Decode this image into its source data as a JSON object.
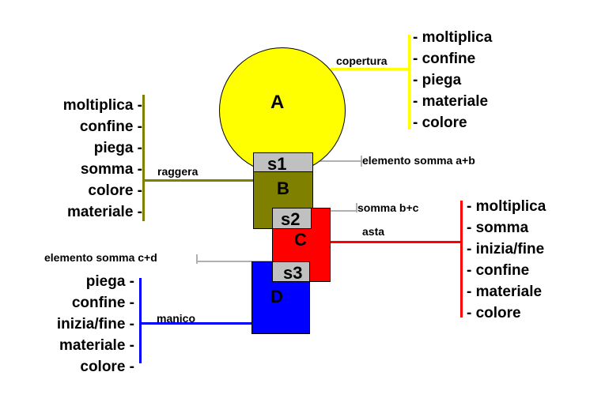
{
  "shapes": {
    "A": "A",
    "B": "B",
    "C": "C",
    "D": "D",
    "s1": "s1",
    "s2": "s2",
    "s3": "s3"
  },
  "labels": {
    "copertura": "copertura",
    "raggera": "raggera",
    "asta": "asta",
    "manico": "manico",
    "elemento_somma_ab": "elemento somma a+b",
    "somma_bc": "somma b+c",
    "elemento_somma_cd": "elemento somma c+d"
  },
  "lists": {
    "copertura": [
      "- moltiplica",
      "- confine",
      "- piega",
      "- materiale",
      "- colore"
    ],
    "raggera": [
      "moltiplica -",
      "confine -",
      "piega -",
      "somma -",
      "colore -",
      "materiale -"
    ],
    "asta": [
      "- moltiplica",
      "- somma",
      "- inizia/fine",
      "- confine",
      "- materiale",
      "- colore"
    ],
    "manico": [
      "piega -",
      "confine -",
      "inizia/fine -",
      "materiale -",
      "colore -"
    ]
  },
  "colors": {
    "copertura": "#ffff00",
    "raggera": "#808000",
    "asta": "#ff0000",
    "manico": "#0000ff",
    "sum": "#c0c0c0",
    "sum_line": "#b0b0b0"
  }
}
